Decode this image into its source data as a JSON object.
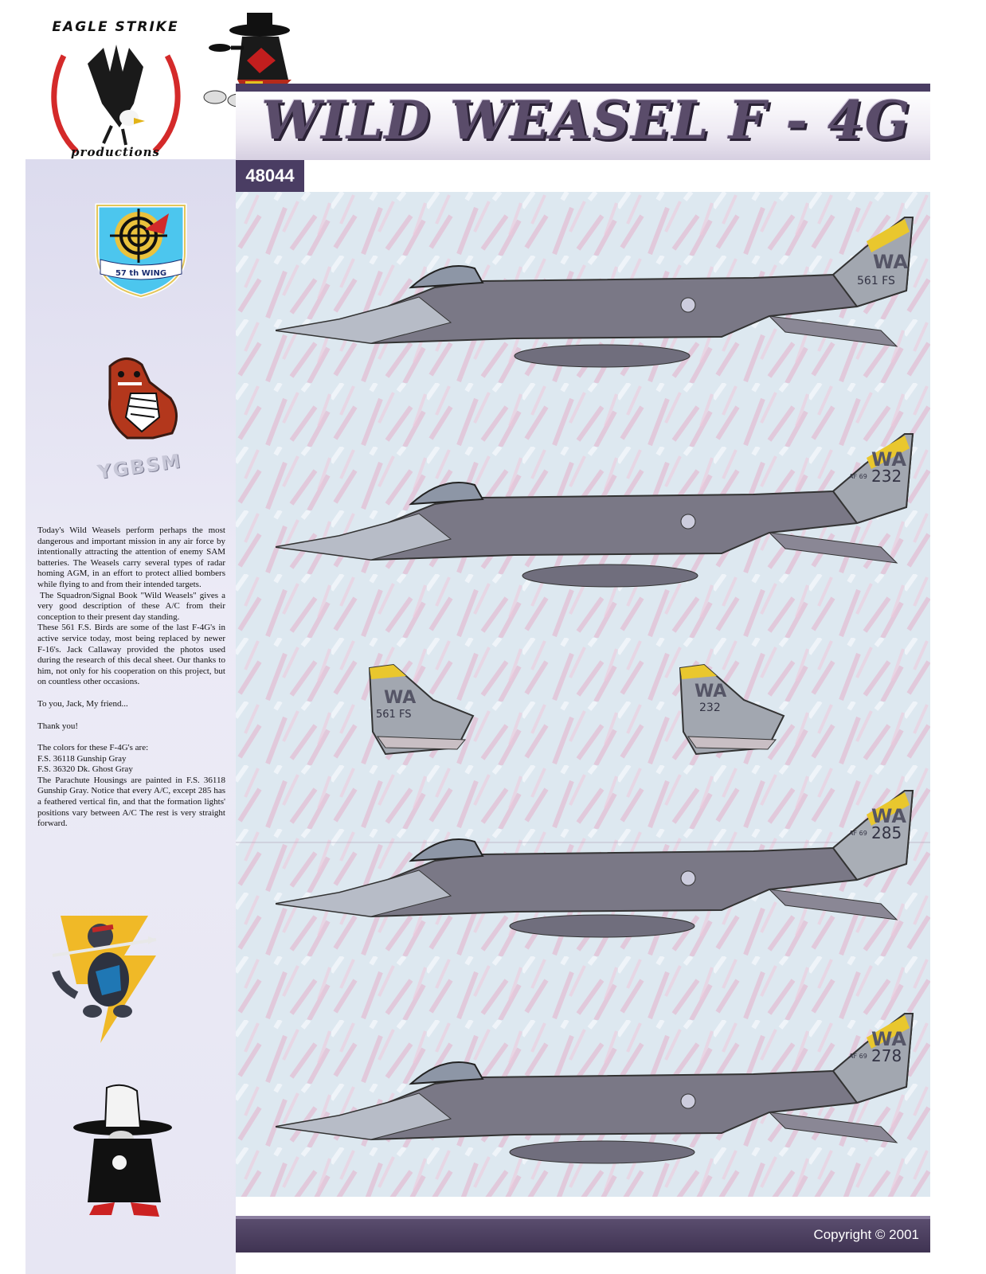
{
  "brand": {
    "logo_top": "EAGLE STRIKE",
    "logo_bottom": "productions"
  },
  "header": {
    "title": "WILD WEASEL F - 4G",
    "kit_number": "48044"
  },
  "insignia": {
    "wing_patch_text": "57 th WING",
    "weasel_caption": "YGBSM"
  },
  "aircraft": [
    {
      "tail_code": "WA",
      "tail_serial": "561 FS",
      "af_prefix": ""
    },
    {
      "tail_code": "WA",
      "tail_serial": "232",
      "af_prefix": "AF 69"
    },
    {
      "tail_code": "WA",
      "tail_serial": "285",
      "af_prefix": "AF 69"
    },
    {
      "tail_code": "WA",
      "tail_serial": "278",
      "af_prefix": "AF 69"
    }
  ],
  "tail_details": [
    {
      "tail_code": "WA",
      "tail_serial": "561 FS"
    },
    {
      "tail_code": "WA",
      "tail_serial": "232"
    }
  ],
  "text": {
    "para1": "Today's Wild Weasels perform perhaps the most dangerous and important mission in any air force by intentionally attracting the attention of enemy SAM batteries. The Weasels carry several types of radar homing AGM, in an effort to protect allied bombers while flying to and from their intended targets.",
    "para2": " The Squadron/Signal Book \"Wild Weasels\" gives a very good description of these A/C from their conception to their present day standing.",
    "para3": "These 561 F.S. Birds are some of the last F-4G's in active service today, most being replaced by newer F-16's. Jack Callaway provided the photos used during the research of this decal sheet. Our thanks to him, not only for his cooperation on this project, but on countless other occasions.",
    "para4": "To you, Jack, My friend...",
    "para5": "Thank you!",
    "colors_heading": "The colors for these F-4G's are:",
    "color1": "F.S. 36118   Gunship Gray",
    "color2": "F.S. 36320   Dk. Ghost Gray",
    "para6": "The Parachute Housings are painted in F.S. 36118 Gunship Gray. Notice that every A/C, except 285 has a feathered vertical fin, and that the formation lights' positions vary between A/C The rest is very straight forward."
  },
  "footer": {
    "copyright": "Copyright © 2001"
  },
  "colors": {
    "band": "#4a3d63",
    "gunship_gray": "#6b6a78",
    "ghost_gray": "#a9adb9",
    "tail_light": "#b9c0c9"
  }
}
